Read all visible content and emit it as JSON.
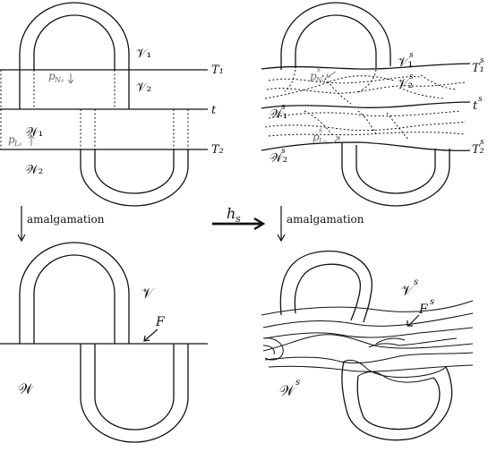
{
  "panels": {
    "top_left": {
      "labels": {
        "v1": "𝒱₁",
        "v2": "𝒱₂",
        "w1": "𝒲₁",
        "w2": "𝒲₂",
        "t1": "T₁",
        "t": "t",
        "t2": "T₂",
        "pN0": "p",
        "pN0_sub": "N₀",
        "pL0": "p",
        "pL0_sub": "L₀"
      }
    },
    "top_right": {
      "labels": {
        "v1s": "𝒱₁",
        "v2s": "𝒱₂",
        "w1s": "𝒲₁",
        "w2s": "𝒲₂",
        "t1s": "T₁",
        "ts": "t",
        "t2s": "T₂",
        "pN0s": "p",
        "pN0s_sub": "N₀",
        "pL0s": "p",
        "pL0s_sub": "L₀",
        "sup": "s"
      }
    },
    "bottom_left": {
      "labels": {
        "v": "𝒱",
        "w": "𝒲",
        "f": "F"
      }
    },
    "bottom_right": {
      "labels": {
        "vs": "𝒱",
        "ws": "𝒲",
        "fs": "F",
        "sup": "s"
      }
    }
  },
  "arrows": {
    "left_down": "amalgamation",
    "right_down": "amalgamation",
    "middle_h": "h",
    "middle_h_sub": "s"
  }
}
